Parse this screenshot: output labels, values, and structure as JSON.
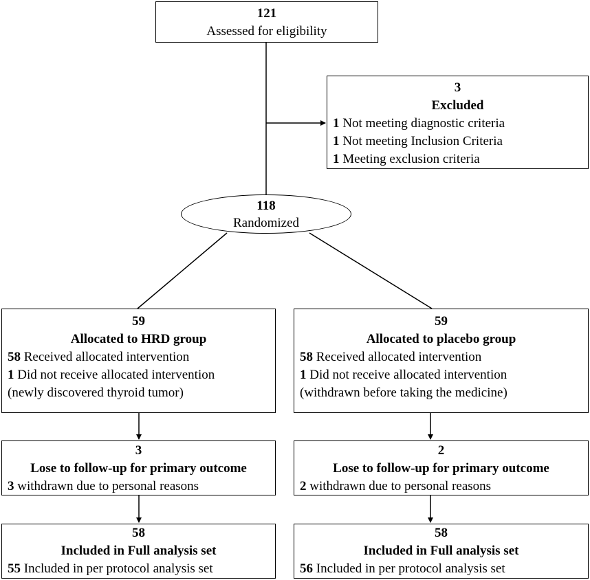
{
  "assessed": {
    "count": "121",
    "label": "Assessed for eligibility"
  },
  "excluded": {
    "count": "3",
    "title": "Excluded",
    "items": [
      {
        "n": "1",
        "text": " Not meeting diagnostic criteria"
      },
      {
        "n": "1",
        "text": " Not meeting Inclusion Criteria"
      },
      {
        "n": "1",
        "text": " Meeting exclusion criteria"
      }
    ]
  },
  "randomized": {
    "count": "118",
    "label": "Randomized"
  },
  "arms": [
    {
      "allocation": {
        "count": "59",
        "title": "Allocated to HRD group",
        "received_n": "58",
        "received_text": " Received allocated intervention",
        "not_received_n": "1",
        "not_received_text": " Did not receive allocated intervention",
        "reason": "(newly discovered thyroid tumor)"
      },
      "followup": {
        "count": "3",
        "title": "Lose to follow-up for primary outcome",
        "withdrawn_n": "3",
        "withdrawn_text": " withdrawn due to personal reasons"
      },
      "analysis": {
        "count": "58",
        "title": "Included in Full analysis set",
        "pp_n": "55",
        "pp_text": " Included in per protocol analysis set"
      }
    },
    {
      "allocation": {
        "count": "59",
        "title": "Allocated to placebo group",
        "received_n": "58",
        "received_text": " Received allocated intervention",
        "not_received_n": "1",
        "not_received_text": " Did not receive allocated intervention",
        "reason": "(withdrawn before taking the medicine)"
      },
      "followup": {
        "count": "2",
        "title": "Lose to follow-up for primary outcome",
        "withdrawn_n": "2",
        "withdrawn_text": " withdrawn due to personal reasons"
      },
      "analysis": {
        "count": "58",
        "title": "Included in Full analysis set",
        "pp_n": "56",
        "pp_text": " Included in per protocol analysis set"
      }
    }
  ]
}
